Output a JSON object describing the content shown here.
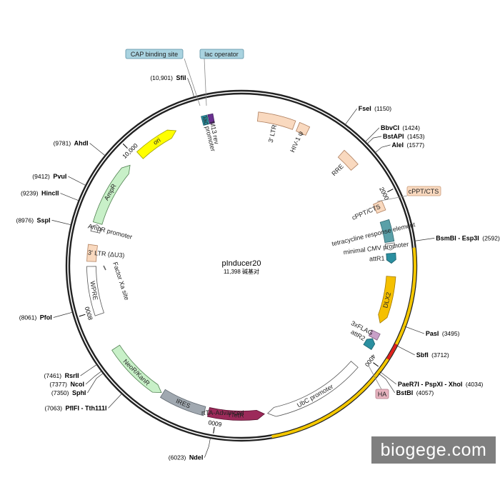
{
  "plasmid": {
    "name": "pInducer20",
    "size_text": "11,398 碱基对",
    "total_bp": 11398
  },
  "ticks": [
    {
      "bp": 2000,
      "label": "2000"
    },
    {
      "bp": 4000,
      "label": "4000"
    },
    {
      "bp": 6000,
      "label": "6000"
    },
    {
      "bp": 8000,
      "label": "8000"
    },
    {
      "bp": 10000,
      "label": "10,000"
    }
  ],
  "sites": [
    {
      "name": "SfiI",
      "pos_text": "(10,901)",
      "bp": 10901,
      "side": "left"
    },
    {
      "name": "FseI",
      "pos_text": "(1150)",
      "bp": 1150,
      "side": "right"
    },
    {
      "name": "BbvCI",
      "pos_text": "(1424)",
      "bp": 1424,
      "side": "right"
    },
    {
      "name": "BstAPI",
      "pos_text": "(1453)",
      "bp": 1453,
      "side": "right"
    },
    {
      "name": "AleI",
      "pos_text": "(1577)",
      "bp": 1577,
      "side": "right"
    },
    {
      "name": "BsmBI - Esp3I",
      "pos_text": "(2592)",
      "bp": 2592,
      "side": "right"
    },
    {
      "name": "PasI",
      "pos_text": "(3495)",
      "bp": 3495,
      "side": "right"
    },
    {
      "name": "SbfI",
      "pos_text": "(3712)",
      "bp": 3712,
      "side": "right"
    },
    {
      "name": "PaeR7I - PspXI - XhoI",
      "pos_text": "(4034)",
      "bp": 4034,
      "side": "right"
    },
    {
      "name": "BstBI",
      "pos_text": "(4057)",
      "bp": 4057,
      "side": "right"
    },
    {
      "name": "NdeI",
      "pos_text": "(6023)",
      "bp": 6023,
      "side": "left"
    },
    {
      "name": "PflFI - Tth111I",
      "pos_text": "(7063)",
      "bp": 7063,
      "side": "left"
    },
    {
      "name": "SphI",
      "pos_text": "(7350)",
      "bp": 7350,
      "side": "left"
    },
    {
      "name": "NcoI",
      "pos_text": "(7377)",
      "bp": 7377,
      "side": "left"
    },
    {
      "name": "RsrII",
      "pos_text": "(7461)",
      "bp": 7461,
      "side": "left"
    },
    {
      "name": "PfoI",
      "pos_text": "(8061)",
      "bp": 8061,
      "side": "left"
    },
    {
      "name": "SspI",
      "pos_text": "(8976)",
      "bp": 8976,
      "side": "left"
    },
    {
      "name": "HincII",
      "pos_text": "(9239)",
      "bp": 9239,
      "side": "left"
    },
    {
      "name": "PvuI",
      "pos_text": "(9412)",
      "bp": 9412,
      "side": "left"
    },
    {
      "name": "AhdI",
      "pos_text": "(9781)",
      "bp": 9781,
      "side": "left"
    }
  ],
  "boxed_labels": [
    {
      "text": "CAP binding site",
      "fill": "#a9d3e0",
      "stroke": "#5a8fa3"
    },
    {
      "text": "lac operator",
      "fill": "#a9d3e0",
      "stroke": "#5a8fa3"
    },
    {
      "text": "cPPT/CTS",
      "fill": "#f9d9bf",
      "stroke": "#c99a7a"
    },
    {
      "text": "HA",
      "fill": "#e8b4c0",
      "stroke": "#b07a88"
    }
  ],
  "features": [
    {
      "label": "3' LTR",
      "start": 200,
      "end": 650,
      "fill": "#f9d9bf",
      "stroke": "#b08060",
      "dir": 0
    },
    {
      "label": "HIV-1 ψ",
      "start": 700,
      "end": 830,
      "fill": "#f9d9bf",
      "stroke": "#b08060",
      "dir": 0
    },
    {
      "label": "RRE",
      "start": 1320,
      "end": 1550,
      "fill": "#f9d9bf",
      "stroke": "#b08060",
      "dir": 0
    },
    {
      "label": "cPPT/CTS",
      "start": 2060,
      "end": 2180,
      "fill": "#f9d9bf",
      "stroke": "#b08060",
      "dir": 0
    },
    {
      "label": "tetracycline response element",
      "start": 2300,
      "end": 2560,
      "fill": "#5aa0a8",
      "stroke": "#2e6870",
      "dir": 0
    },
    {
      "label": "minimal CMV promoter",
      "start": 2580,
      "end": 2660,
      "fill": "#ffffff",
      "stroke": "#555555",
      "dir": 1
    },
    {
      "label": "attR1",
      "start": 2700,
      "end": 2820,
      "fill": "#2b8fa0",
      "stroke": "#1a5f6a",
      "dir": 1
    },
    {
      "label": "DLX2",
      "start": 2980,
      "end": 3560,
      "fill": "#f5c000",
      "stroke": "#a07800",
      "dir": 1
    },
    {
      "label": "3xFLAG",
      "start": 3680,
      "end": 3760,
      "fill": "#c8a0c8",
      "stroke": "#806080",
      "dir": 0
    },
    {
      "label": "attR2",
      "start": 3770,
      "end": 3890,
      "fill": "#2b8fa0",
      "stroke": "#1a5f6a",
      "dir": -1
    },
    {
      "label": "UbC promoter",
      "start": 4150,
      "end": 5380,
      "fill": "#ffffff",
      "stroke": "#555555",
      "dir": 1
    },
    {
      "label": "rTetR",
      "start": 5420,
      "end": 6100,
      "fill": "#9c2a5a",
      "stroke": "#5a1030",
      "dir": -1
    },
    {
      "label": "IRES",
      "start": 6150,
      "end": 6700,
      "fill": "#a0a8b0",
      "stroke": "#606870",
      "dir": 0
    },
    {
      "label": "NeoR/KanR",
      "start": 6720,
      "end": 7500,
      "fill": "#c8f0c8",
      "stroke": "#508050",
      "dir": -1
    },
    {
      "label": "WPRE",
      "start": 7950,
      "end": 8540,
      "fill": "#ffffff",
      "stroke": "#555555",
      "dir": 0
    },
    {
      "label": "3' LTR (ΔU3)",
      "start": 8600,
      "end": 8800,
      "fill": "#f9d9bf",
      "stroke": "#b08060",
      "dir": 0
    },
    {
      "label": "AmpR promoter",
      "start": 8960,
      "end": 9050,
      "fill": "#ffffff",
      "stroke": "#555555",
      "dir": 1
    },
    {
      "label": "AmpR",
      "start": 9070,
      "end": 9880,
      "fill": "#c8f0c8",
      "stroke": "#508050",
      "dir": 1
    },
    {
      "label": "ori",
      "start": 10050,
      "end": 10580,
      "fill": "#ffff00",
      "stroke": "#a0a000",
      "dir": 1
    },
    {
      "label": "lac promoter",
      "start": 10920,
      "end": 10990,
      "fill": "#2b8fa0",
      "stroke": "#1a5f6a",
      "dir": 0
    },
    {
      "label": "M13 rev",
      "start": 11000,
      "end": 11060,
      "fill": "#6a3090",
      "stroke": "#402060",
      "dir": 0
    }
  ],
  "inner_labels": [
    {
      "text": "Factor Xa site"
    },
    {
      "text": "rtTA-Advanced"
    }
  ],
  "watermark": "biogege.com"
}
